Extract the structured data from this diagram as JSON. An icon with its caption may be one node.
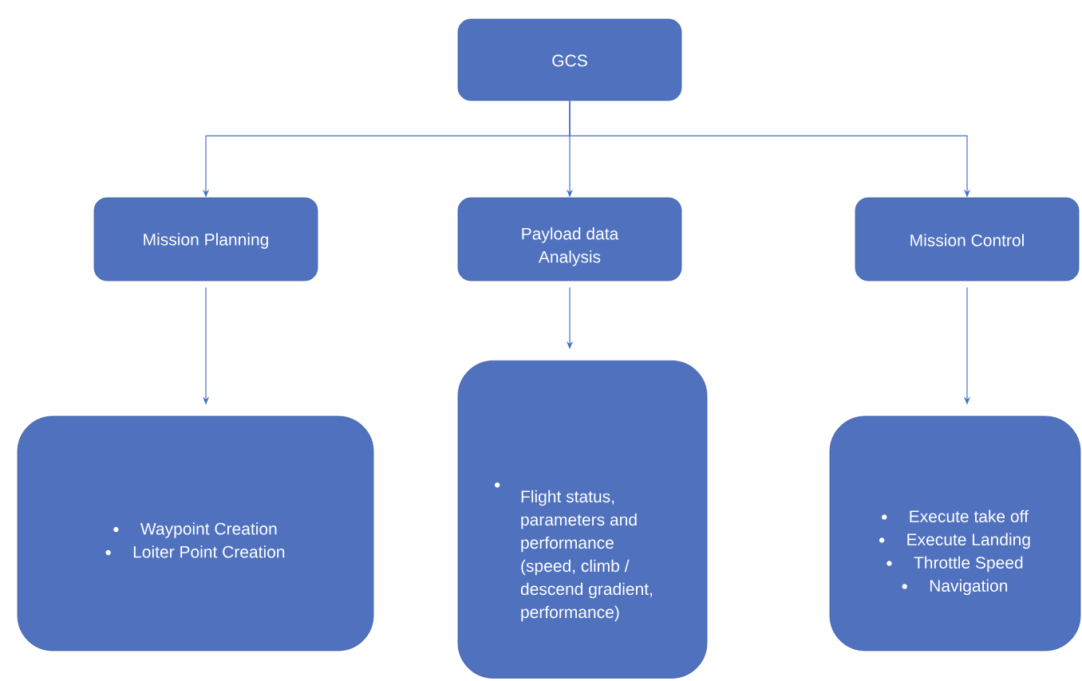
{
  "diagram": {
    "nodes": [
      {
        "text": [
          "GCS"
        ]
      },
      {
        "text": [
          "Mission Planning"
        ]
      },
      {
        "text": [
          "Payload data Analysis"
        ]
      },
      {
        "text": [
          "Mission Control"
        ]
      },
      {
        "text": [
          "Waypoint Creation",
          "Loiter Point Creation"
        ]
      },
      {
        "text": [
          "Flight status, parameters and performance (speed, climb / descend gradient, performance)"
        ]
      },
      {
        "text": [
          "Execute take off",
          "Execute Landing",
          "Throttle Speed",
          "Navigation"
        ]
      }
    ],
    "edges": [
      {
        "from": 0,
        "to": 1,
        "arrow": "to"
      },
      {
        "from": 0,
        "to": 2,
        "arrow": "to"
      },
      {
        "from": 0,
        "to": 3,
        "arrow": "to"
      },
      {
        "from": 1,
        "to": 4,
        "arrow": "to"
      },
      {
        "from": 2,
        "to": 5,
        "arrow": "to"
      },
      {
        "from": 3,
        "to": 6,
        "arrow": "to"
      }
    ]
  }
}
